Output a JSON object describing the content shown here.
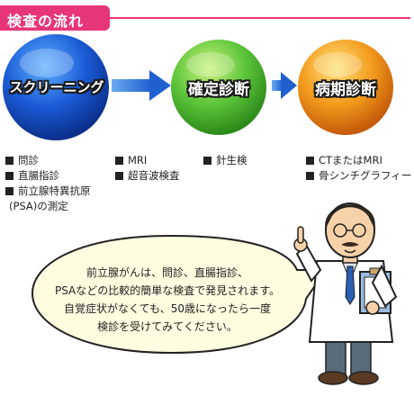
{
  "header": {
    "title": "検査の流れ"
  },
  "steps": [
    {
      "label": "スクリーニング",
      "color": "#1a5bd6",
      "items": [
        "問診",
        "直腸指診",
        "前立腺特異抗原",
        "(PSA)の測定"
      ]
    },
    {
      "label": "確定診断",
      "color": "#5cc43a",
      "items": [
        "MRI",
        "超音波検査",
        "針生検"
      ]
    },
    {
      "label": "病期診断",
      "color": "#f39a1c",
      "items": [
        "CTまたはMRI",
        "骨シンチグラフィー"
      ]
    }
  ],
  "arrow_color": "#2e6fd9",
  "speech": {
    "line1": "前立腺がんは、問診、直腸指診、",
    "line2": "PSAなどの比較的簡単な検査で発見されます。",
    "line3": "自覚症状がなくても、50歳になったら一度",
    "line4": "検診を受けてみてください。"
  }
}
